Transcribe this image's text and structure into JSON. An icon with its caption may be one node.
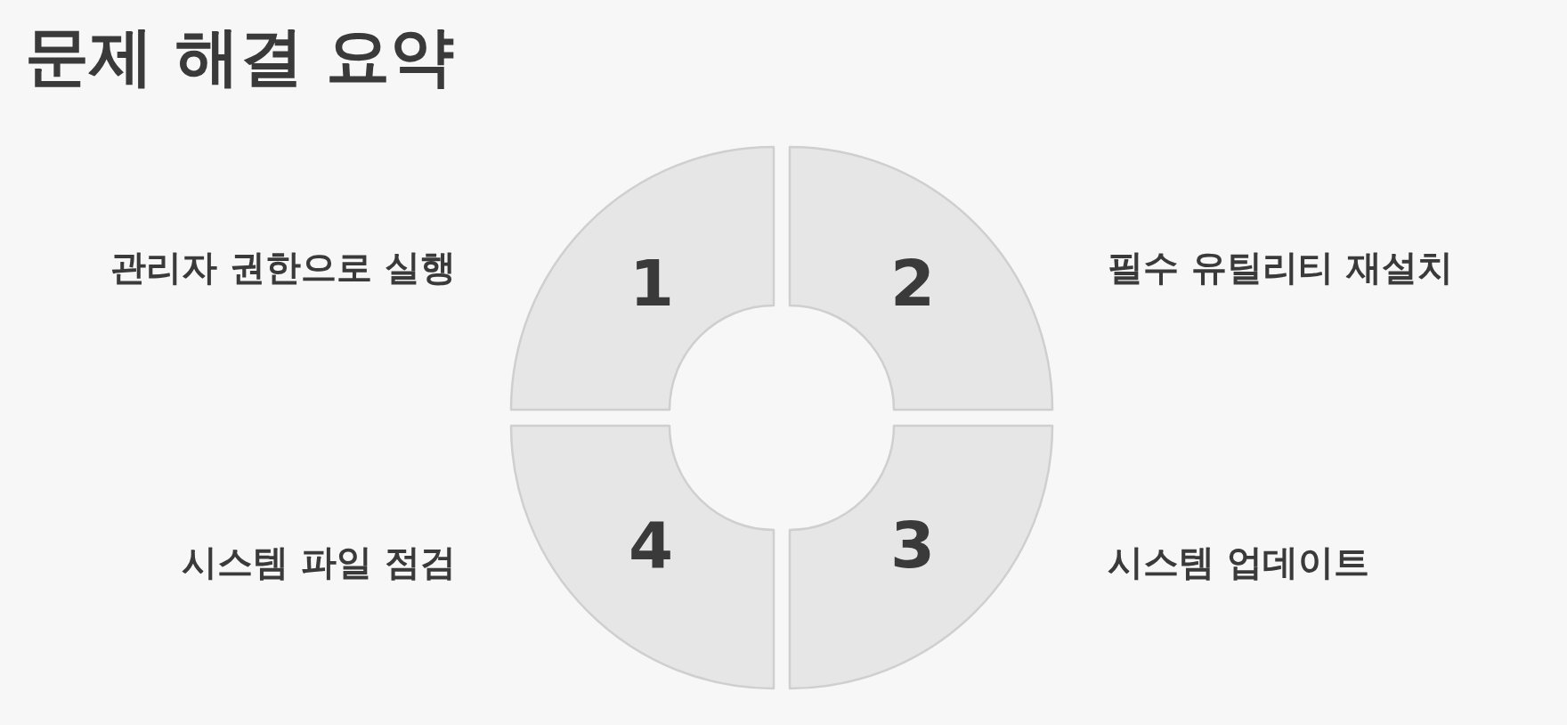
{
  "diagram": {
    "title": "문제 해결 요약",
    "nodes": [
      {
        "text": [
          "1"
        ],
        "beside": [
          "관리자 권한으로 실행"
        ]
      },
      {
        "text": [
          "2"
        ],
        "beside": [
          "필수 유틸리티 재설치"
        ]
      },
      {
        "text": [
          "4"
        ],
        "beside": [
          "시스템 파일 점검"
        ]
      },
      {
        "text": [
          "3"
        ],
        "beside": [
          "시스템 업데이트"
        ]
      }
    ]
  }
}
